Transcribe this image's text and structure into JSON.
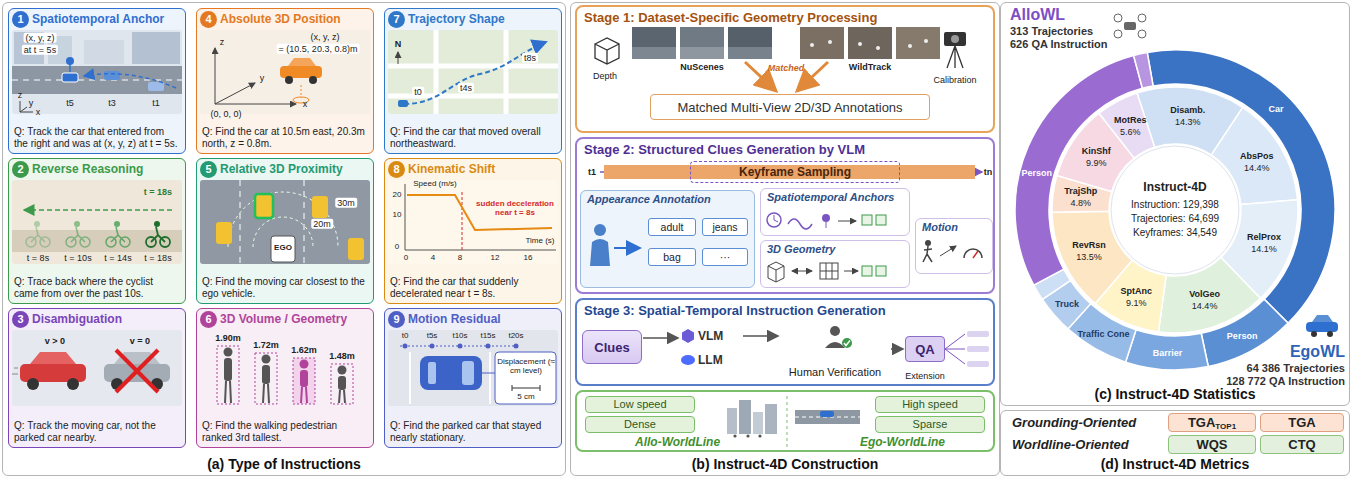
{
  "diagram": {
    "nodes": [
      {
        "text": [
          "(a) Type of Instructions"
        ]
      },
      {
        "text": [
          "Spatiotemporal Anchor",
          "Q: Track the car that entered from the right and was at (x, y, z) at t = 5s."
        ],
        "in": 0
      },
      {
        "text": [
          "1"
        ],
        "in": 1
      },
      {
        "text": [
          "Reverse Reasoning",
          "Q: Trace back where the cyclist came from over the past 10s."
        ],
        "in": 0
      },
      {
        "text": [
          "2"
        ],
        "in": 3
      },
      {
        "text": [
          "Disambiguation",
          "Q: Track the moving car, not the parked car nearby."
        ],
        "in": 0
      },
      {
        "text": [
          "3"
        ],
        "in": 5
      },
      {
        "text": [
          "Absolute 3D Position",
          "Q: Find the car at 10.5m east, 20.3m north, z = 0.8m."
        ],
        "in": 0
      },
      {
        "text": [
          "4"
        ],
        "in": 7
      },
      {
        "text": [
          "Relative 3D Proximity",
          "Q: Find the moving car closest to the ego vehicle."
        ],
        "in": 0
      },
      {
        "text": [
          "5"
        ],
        "in": 9
      },
      {
        "text": [
          "3D Volume / Geometry",
          "Q: Find the walking pedestrian ranked 3rd tallest."
        ],
        "in": 0
      },
      {
        "text": [
          "6"
        ],
        "in": 11
      },
      {
        "text": [
          "Trajectory Shape",
          "Q: Find the car that moved overall northeastward."
        ],
        "in": 0
      },
      {
        "text": [
          "7"
        ],
        "in": 13
      },
      {
        "text": [
          "Kinematic Shift",
          "Q: Find the car that suddenly decelerated near t = 8s."
        ],
        "in": 0
      },
      {
        "text": [
          "8"
        ],
        "in": 15
      },
      {
        "text": [
          "Motion Residual",
          "Q: Find the parked car that stayed nearly stationary."
        ],
        "in": 0
      },
      {
        "text": [
          "9"
        ],
        "in": 17
      },
      {
        "text": [
          "(b) Instruct-4D Construction"
        ]
      },
      {
        "text": [
          "Stage 1: Dataset-Specific Geometry Processing"
        ],
        "in": 19
      },
      {
        "text": [
          "Matched Multi-View 2D/3D Annotations"
        ],
        "in": 20
      },
      {
        "text": [
          "Stage 2: Structured Clues Generation by VLM"
        ],
        "in": 19
      },
      {
        "text": [
          "Keyframe Sampling"
        ],
        "in": 22
      },
      {
        "text": [
          "Appearance Annotation"
        ],
        "in": 22
      },
      {
        "text": [
          "adult"
        ],
        "in": 24
      },
      {
        "text": [
          "jeans"
        ],
        "in": 24
      },
      {
        "text": [
          "bag"
        ],
        "in": 24
      },
      {
        "text": [
          "···"
        ],
        "in": 24
      },
      {
        "text": [
          "Spatiotemporal Anchors"
        ],
        "in": 22
      },
      {
        "text": [
          "3D Geometry"
        ],
        "in": 22
      },
      {
        "text": [
          "Motion"
        ],
        "in": 22
      },
      {
        "text": [
          "Stage 3: Spatial-Temporal Instruction Generation"
        ],
        "in": 19
      },
      {
        "text": [
          "Clues"
        ],
        "in": 32
      },
      {
        "text": [
          "VLM"
        ],
        "in": 32
      },
      {
        "text": [
          "LLM"
        ],
        "in": 32
      },
      {
        "text": [
          "Human Verification"
        ],
        "in": 32
      },
      {
        "text": [
          "QA"
        ],
        "in": 32
      },
      {
        "text": [
          "Allo-WorldLine",
          "Ego-WorldLine"
        ],
        "in": 19
      },
      {
        "text": [
          "Low speed"
        ],
        "in": 38
      },
      {
        "text": [
          "Dense"
        ],
        "in": 38
      },
      {
        "text": [
          "High speed"
        ],
        "in": 38
      },
      {
        "text": [
          "Sparse"
        ],
        "in": 38
      },
      {
        "text": [
          "(c) Instruct-4D Statistics"
        ]
      },
      {
        "text": [
          "(d) Instruct-4D Metrics"
        ]
      },
      {
        "text": [
          "TGA",
          "TOP1"
        ],
        "in": 44
      },
      {
        "text": [
          "TGA"
        ],
        "in": 44
      },
      {
        "text": [
          "WQS"
        ],
        "in": 44
      },
      {
        "text": [
          "CTQ"
        ],
        "in": 44
      }
    ],
    "edges": [
      {
        "from": 33,
        "to": 34,
        "arrow": "to"
      },
      {
        "from": 34,
        "to": 36,
        "arrow": "to"
      },
      {
        "from": 36,
        "to": 37,
        "arrow": "to"
      }
    ],
    "labels": [
      "(x, y, z)",
      "at t = 5s",
      "t5",
      "t3",
      "t1",
      "x",
      "y",
      "z",
      "t = 18s",
      "t = 8s",
      "t = 10s",
      "t = 14s",
      "t = 18s",
      "v > 0",
      "v = 0",
      "(x, y, z)",
      "= (10.5, 20.3, 0.8)m",
      "(0, 0, 0)",
      "x",
      "y",
      "z",
      "EGO",
      "20m",
      "30m",
      "1.90m",
      "1.72m",
      "1.62m",
      "1.48m",
      "N",
      "t0",
      "t4s",
      "t8s",
      "Speed (m/s)",
      "sudden deceleration near t = 8s",
      "20",
      "10",
      "0",
      "0",
      "4",
      "8",
      "12",
      "16",
      "Time (s)",
      "t0",
      "t5s",
      "t10s",
      "t15s",
      "t20s",
      "Displacement (≈ cm level)",
      "5 cm",
      "NuScenes",
      "WildTrack",
      "Matched",
      "Depth",
      "Calibration",
      "t1",
      "tn",
      "Extension",
      "AlloWL",
      "313 Trajectories",
      "626 QA Instruction",
      "EgoWL",
      "64 386 Trajectories",
      "128 772 QA Instruction",
      "Instruct-4D",
      "Instruction: 129,398",
      "Trajectories: 64,699",
      "Keyframes: 34,549",
      "Car",
      "Person",
      "Barrier",
      "Traffic Cone",
      "Truck",
      "Person",
      "Disamb.",
      "14.3%",
      "AbsPos",
      "14.4%",
      "RelProx",
      "14.1%",
      "VolGeo",
      "14.4%",
      "SptAnc",
      "9.1%",
      "RevRsn",
      "13.5%",
      "TrajShp",
      "4.8%",
      "KinShf",
      "9.9%",
      "MotRes",
      "5.6%",
      "Grounding-Oriented",
      "Worldline-Oriented"
    ]
  }
}
